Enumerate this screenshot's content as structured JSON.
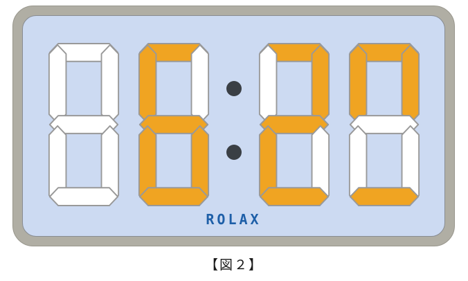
{
  "clock": {
    "brand": "ROLAX",
    "colors": {
      "frame": "#b0aea4",
      "panel": "#ccdaf2",
      "panel_border": "#888c92",
      "segment_on": "#f0a422",
      "segment_off": "#ffffff",
      "segment_outline": "#999999",
      "colon": "#3a3f45",
      "brand_color": "#1e5fa8",
      "caption_color": "#1a1a1a"
    },
    "digits": [
      {
        "name": "digit-1",
        "segments": {
          "a": false,
          "b": false,
          "c": false,
          "d": false,
          "e": false,
          "f": false,
          "g": false
        }
      },
      {
        "name": "digit-2",
        "segments": {
          "a": true,
          "b": false,
          "c": true,
          "d": true,
          "e": true,
          "f": true,
          "g": true
        }
      },
      {
        "name": "digit-3",
        "segments": {
          "a": true,
          "b": true,
          "c": false,
          "d": true,
          "e": true,
          "f": false,
          "g": true
        }
      },
      {
        "name": "digit-4",
        "segments": {
          "a": true,
          "b": true,
          "c": false,
          "d": true,
          "e": false,
          "f": true,
          "g": false
        }
      }
    ],
    "colon_dots": 2
  },
  "caption": "【図２】"
}
